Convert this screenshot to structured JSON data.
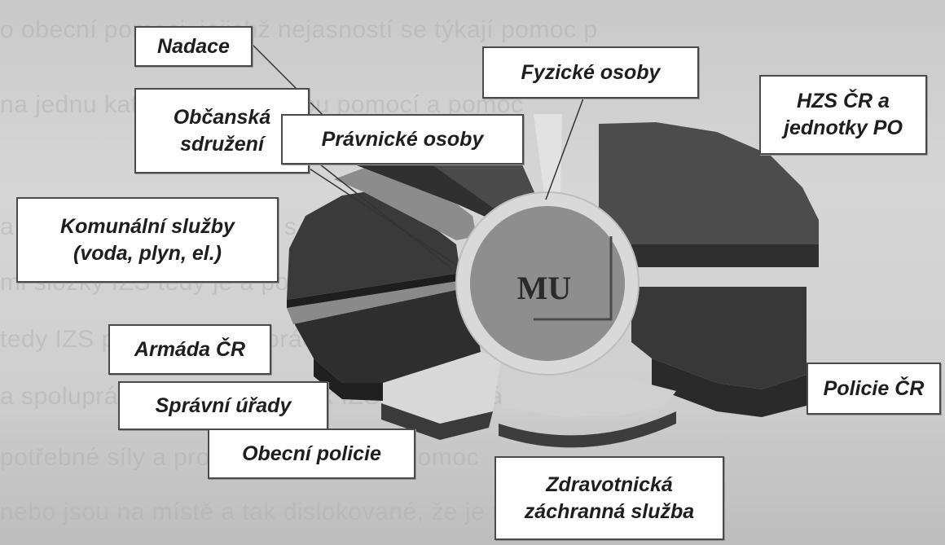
{
  "diagram": {
    "center": "MU",
    "labels": {
      "nadace": "Nadace",
      "obcanska": "Občanská\nsdružení",
      "pravnicke": "Právnické osoby",
      "fyzicke": "Fyzické osoby",
      "hzs": "HZS ČR a\njednotky PO",
      "komunalni": "Komunální služby\n(voda, plyn, el.)",
      "armada": "Armáda ČR",
      "spravni": "Správní úřady",
      "obecni": "Obecní policie",
      "zdravotnicka": "Zdravotnická\nzáchranná služba",
      "policie": "Policie ČR"
    }
  }
}
